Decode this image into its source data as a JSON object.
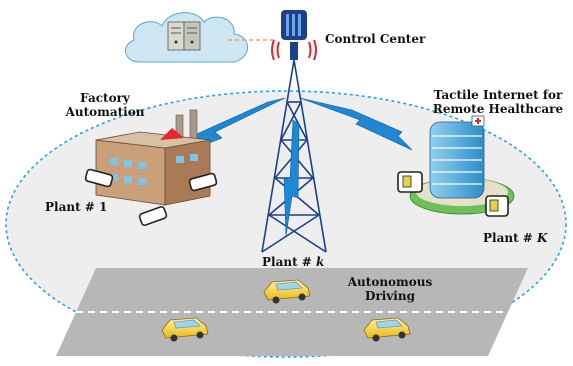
{
  "labels": {
    "control_center": "Control Center",
    "factory_line1": "Factory",
    "factory_line2": "Automation",
    "tactile_line1": "Tactile Internet for",
    "tactile_line2": "Remote Healthcare",
    "plant1_prefix": "Plant # ",
    "plant1_index": "1",
    "plantk_prefix": "Plant # ",
    "plantk_index": "k",
    "plantK_prefix": "Plant # ",
    "plantK_index": "K",
    "autonomous_line1": "Autonomous",
    "autonomous_line2": "Driving"
  },
  "colors": {
    "cloud": "#cde6f2",
    "ellipse_fill": "#eeeeee",
    "ellipse_stroke": "#2aa3d8",
    "road": "#b7b7b7",
    "lightning": "#1f87d4",
    "tower": "#1d3f8c",
    "link_dashed": "#f0a06a",
    "car": "#f6d237"
  },
  "icons": [
    "cloud-icon",
    "server-icon",
    "antenna-icon",
    "tower-icon",
    "factory-icon",
    "hospital-icon",
    "car-icon",
    "device-icon",
    "lightning-icon"
  ]
}
